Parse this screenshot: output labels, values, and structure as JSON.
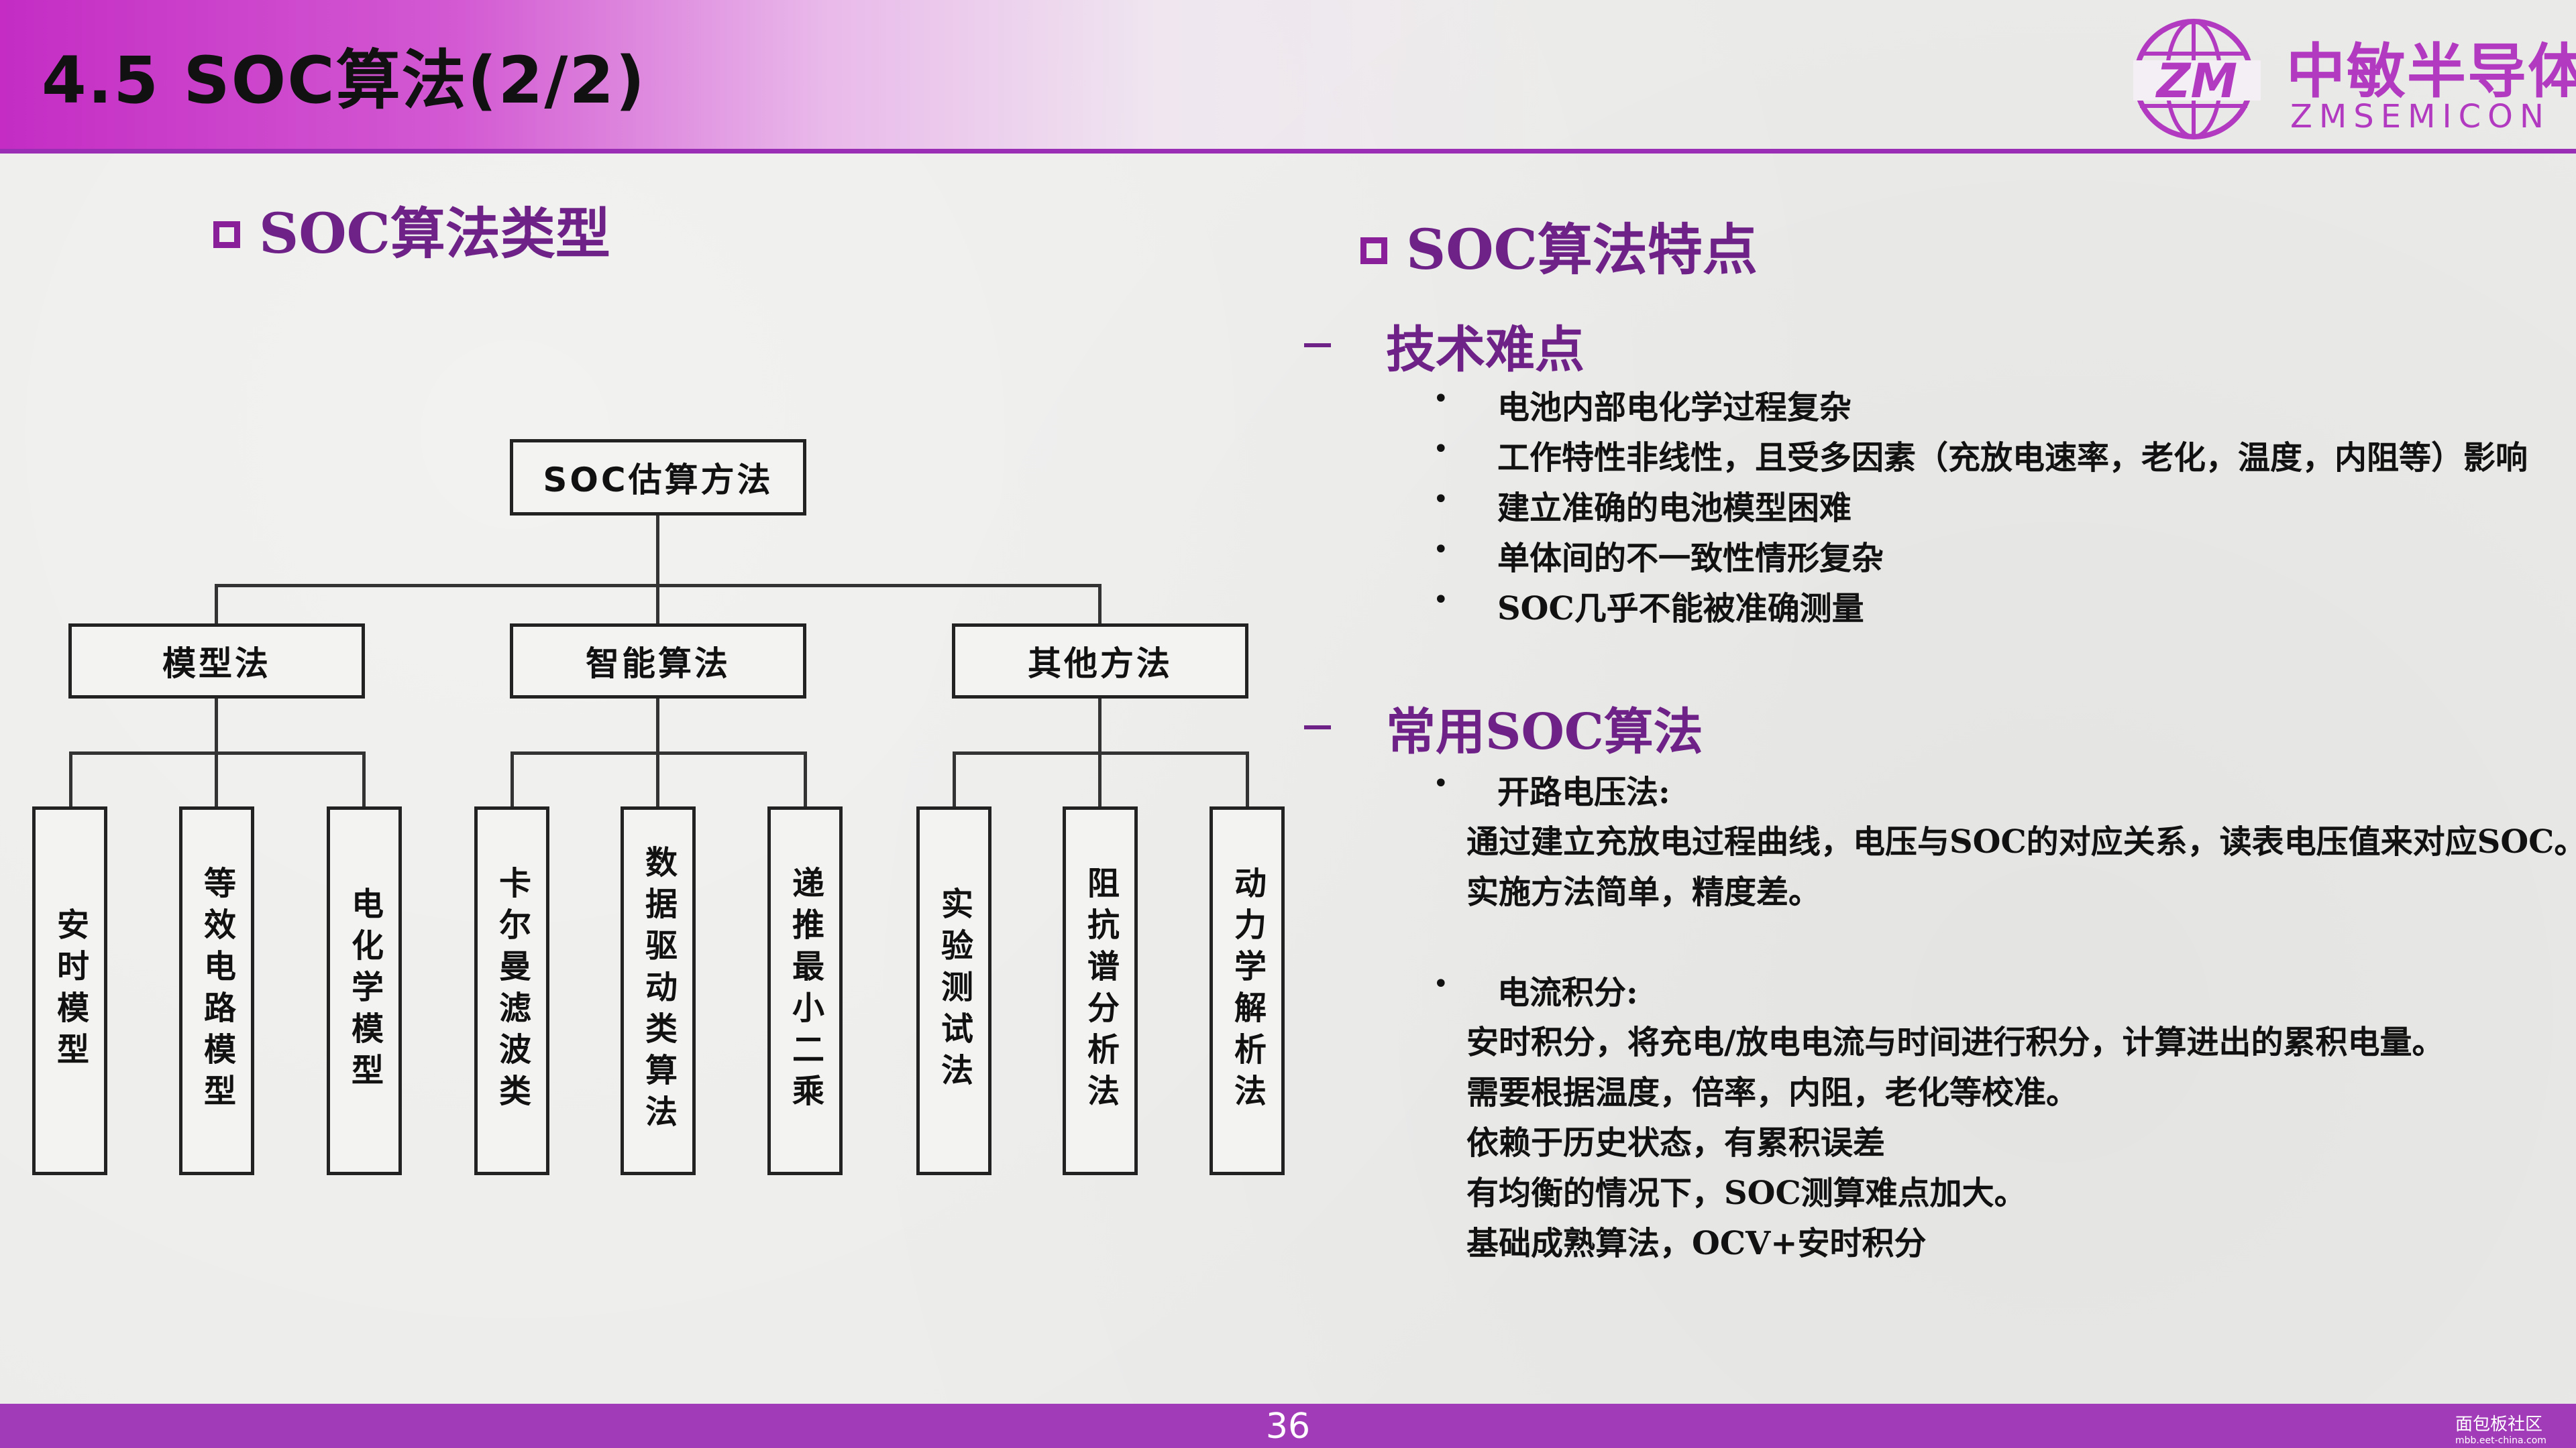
{
  "header": {
    "title": "4.5  SOC算法(2/2)",
    "logo_cn": "中敏半导体",
    "logo_en": "ZMSEMICON"
  },
  "left": {
    "heading": "SOC算法类型",
    "tree": {
      "root": "SOC估算方法",
      "groups": [
        {
          "label": "模型法",
          "leaves": [
            "安时模型",
            "等效电路模型",
            "电化学模型"
          ]
        },
        {
          "label": "智能算法",
          "leaves": [
            "卡尔曼滤波类",
            "数据驱动类算法",
            "递推最小二乘"
          ]
        },
        {
          "label": "其他方法",
          "leaves": [
            "实验测试法",
            "阻抗谱分析法",
            "动力学解析法"
          ]
        }
      ]
    }
  },
  "right": {
    "heading": "SOC算法特点",
    "difficulty": {
      "title": "技术难点",
      "items": [
        "电池内部电化学过程复杂",
        "工作特性非线性，且受多因素（充放电速率，老化，温度，内阻等）影响",
        "建立准确的电池模型困难",
        "单体间的不一致性情形复杂",
        "SOC几乎不能被准确测量"
      ]
    },
    "common": {
      "title": "常用SOC算法",
      "ocv": {
        "title": "开路电压法:",
        "lines": [
          "通过建立充放电过程曲线，电压与SOC的对应关系，读表电压值来对应SOC。",
          "实施方法简单，精度差。"
        ]
      },
      "coulomb": {
        "title": "电流积分:",
        "lines": [
          "安时积分，将充电/放电电流与时间进行积分，计算进出的累积电量。",
          "需要根据温度，倍率，内阻，老化等校准。",
          "依赖于历史状态，有累积误差",
          "有均衡的情况下，SOC测算难点加大。",
          "基础成熟算法，OCV+安时积分"
        ]
      }
    }
  },
  "footer": {
    "page": "36",
    "watermark_cn": "面包板社区",
    "watermark_url": "mbb.eet-china.com"
  }
}
